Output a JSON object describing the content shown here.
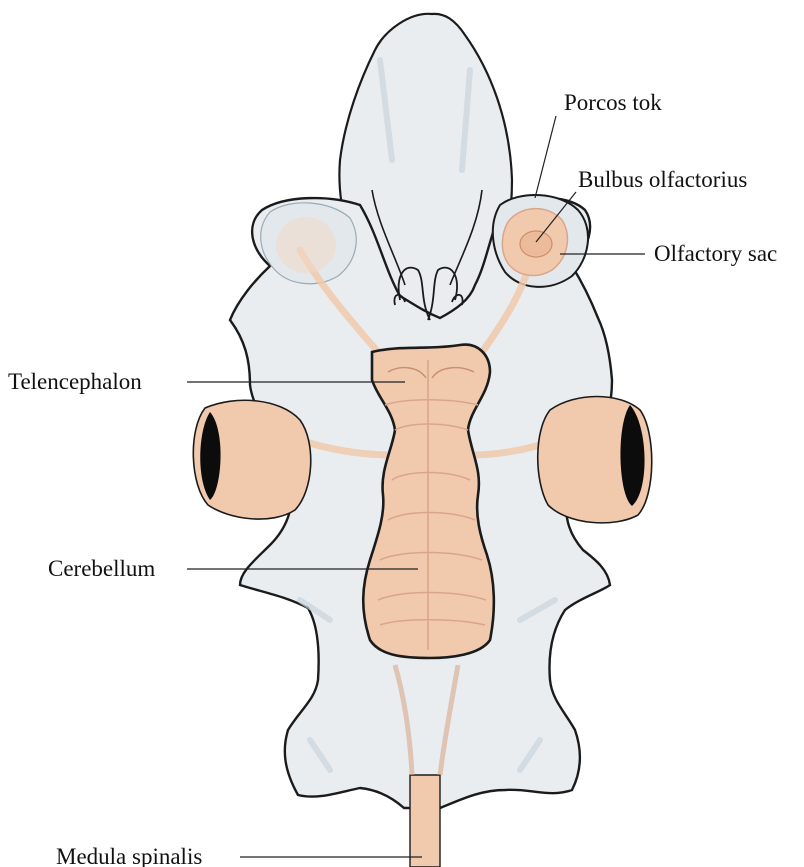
{
  "labels": {
    "porcos_tok": "Porcos tok",
    "bulbus_olfactorius": "Bulbus olfactorius",
    "olfactory_sac": "Olfactory sac",
    "telencephalon": "Telencephalon",
    "cerebellum": "Cerebellum",
    "medula_spinalis": "Medula spinalis"
  },
  "colors": {
    "cartilage": "#e9edf0",
    "cartilage_shade": "#c9d6dd",
    "brain": "#f1c9ad",
    "brain_line": "#d9a68a",
    "outline": "#1b1b1b",
    "eye_pupil": "#0c0c0c"
  }
}
